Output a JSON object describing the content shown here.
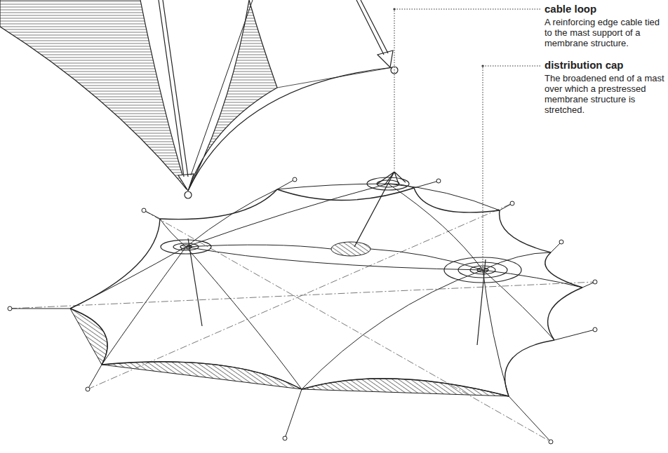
{
  "diagram": {
    "labels": [
      "cable loop",
      "A reinforcing edge cable tied to the mast support of a membrane structure.",
      "distribution cap",
      "The broadened end of a mast over which a prestressed membrane structure is stretched."
    ]
  }
}
